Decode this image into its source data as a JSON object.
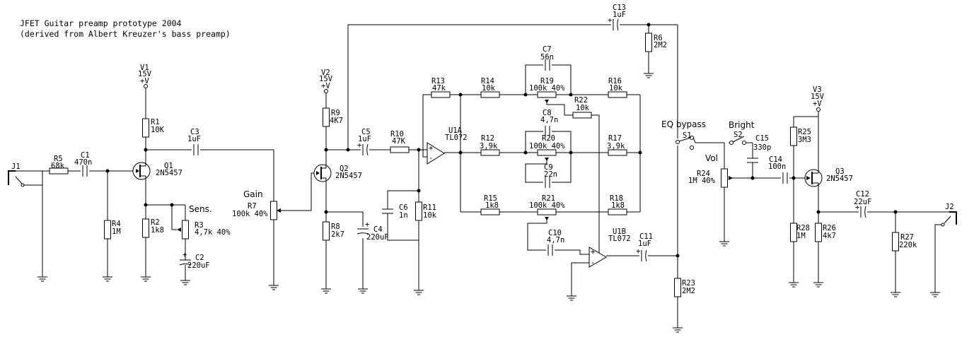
{
  "title": "JFET Guitar preamp prototype 2004",
  "subtitle": "(derived from Albert Kreuzer's bass preamp)",
  "sections": {
    "gain": "Gain",
    "sens": "Sens.",
    "eq_bypass": "EQ bypass",
    "bright": "Bright",
    "vol": "Vol"
  },
  "supply": {
    "label": "15V",
    "rail": "+V"
  },
  "components": {
    "J1": {
      "ref": "J1"
    },
    "J2": {
      "ref": "J2"
    },
    "V1": {
      "ref": "V1"
    },
    "V2": {
      "ref": "V2"
    },
    "V3": {
      "ref": "V3"
    },
    "R1": {
      "ref": "R1",
      "value": "10K"
    },
    "R2": {
      "ref": "R2",
      "value": "1k8"
    },
    "R3": {
      "ref": "R3",
      "value": "4,7k 40%"
    },
    "R4": {
      "ref": "R4",
      "value": "1M"
    },
    "R5": {
      "ref": "R5",
      "value": "68k"
    },
    "R6": {
      "ref": "R6",
      "value": "2M2"
    },
    "R7": {
      "ref": "R7",
      "value": "100k 40%"
    },
    "R8": {
      "ref": "R8",
      "value": "2k7"
    },
    "R9": {
      "ref": "R9",
      "value": "4K7"
    },
    "R10": {
      "ref": "R10",
      "value": "47K"
    },
    "R11": {
      "ref": "R11",
      "value": "10k"
    },
    "R12": {
      "ref": "R12",
      "value": "3,9k"
    },
    "R13": {
      "ref": "R13",
      "value": "47k"
    },
    "R14": {
      "ref": "R14",
      "value": "10k"
    },
    "R15": {
      "ref": "R15",
      "value": "1k8"
    },
    "R16": {
      "ref": "R16",
      "value": "10k"
    },
    "R17": {
      "ref": "R17",
      "value": "3,9k"
    },
    "R18": {
      "ref": "R18",
      "value": "1k8"
    },
    "R19": {
      "ref": "R19",
      "value": "100k 40%"
    },
    "R20": {
      "ref": "R20",
      "value": "100k 40%"
    },
    "R21": {
      "ref": "R21",
      "value": "100k 40%"
    },
    "R22": {
      "ref": "R22",
      "value": "10k"
    },
    "R23": {
      "ref": "R23",
      "value": "2M2"
    },
    "R24": {
      "ref": "R24",
      "value": "1M 40%"
    },
    "R25": {
      "ref": "R25",
      "value": "3M3"
    },
    "R26": {
      "ref": "R26",
      "value": "4k7"
    },
    "R27": {
      "ref": "R27",
      "value": "220k"
    },
    "R28": {
      "ref": "R28",
      "value": "1M"
    },
    "C1": {
      "ref": "C1",
      "value": "470n"
    },
    "C2": {
      "ref": "C2",
      "value": "220uF"
    },
    "C3": {
      "ref": "C3",
      "value": "1uF"
    },
    "C4": {
      "ref": "C4",
      "value": "220uF"
    },
    "C5": {
      "ref": "C5",
      "value": "1uF"
    },
    "C6": {
      "ref": "C6",
      "value": "1n"
    },
    "C7": {
      "ref": "C7",
      "value": "56n"
    },
    "C8": {
      "ref": "C8",
      "value": "4,7n"
    },
    "C9": {
      "ref": "C9",
      "value": "22n"
    },
    "C10": {
      "ref": "C10",
      "value": "4,7n"
    },
    "C11": {
      "ref": "C11",
      "value": "1uF"
    },
    "C12": {
      "ref": "C12",
      "value": "22uF"
    },
    "C13": {
      "ref": "C13",
      "value": "1uF"
    },
    "C14": {
      "ref": "C14",
      "value": "100n"
    },
    "C15": {
      "ref": "C15",
      "value": "330p"
    },
    "Q1": {
      "ref": "Q1",
      "value": "2N5457"
    },
    "Q2": {
      "ref": "Q2",
      "value": "2N5457"
    },
    "Q3": {
      "ref": "Q3",
      "value": "2N5457"
    },
    "U1A": {
      "ref": "U1A",
      "value": "TL072"
    },
    "U1B": {
      "ref": "U1B",
      "value": "TL072"
    },
    "S1": {
      "ref": "S1"
    },
    "S2": {
      "ref": "S2"
    }
  }
}
